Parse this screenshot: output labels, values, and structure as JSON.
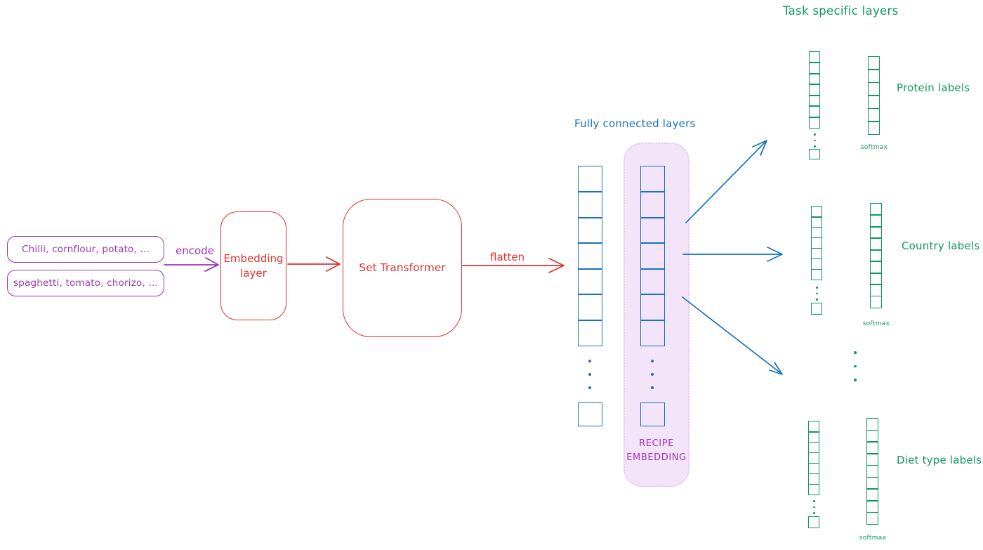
{
  "colors": {
    "purple": "#9c36b5",
    "red": "#e03131",
    "blue": "#1971c2",
    "green": "#0f9960",
    "pink_fill": "#f4e4f9",
    "pink_border": "#e2c6ee"
  },
  "inputs": {
    "ingredients_1": "Chilli, cornflour, potato, ...",
    "ingredients_2": "spaghetti, tomato, chorizo, ...",
    "encode_label": "encode"
  },
  "pipeline": {
    "embedding_line1": "Embedding",
    "embedding_line2": "layer",
    "set_transformer": "Set Transformer",
    "flatten_label": "flatten"
  },
  "fully_connected": {
    "title": "Fully connected layers",
    "recipe_line1": "RECIPE",
    "recipe_line2": "EMBEDDING",
    "columns": [
      {
        "cells": 7
      },
      {
        "cells": 7
      }
    ]
  },
  "tasks": {
    "title": "Task specific layers",
    "softmax_label": "softmax",
    "groups": [
      {
        "label": "Protein labels",
        "hidden_cells": 7,
        "output_cells": 6
      },
      {
        "label": "Country labels",
        "hidden_cells": 7,
        "output_cells": 9
      },
      {
        "label": "Diet type labels",
        "hidden_cells": 7,
        "output_cells": 9
      }
    ]
  }
}
